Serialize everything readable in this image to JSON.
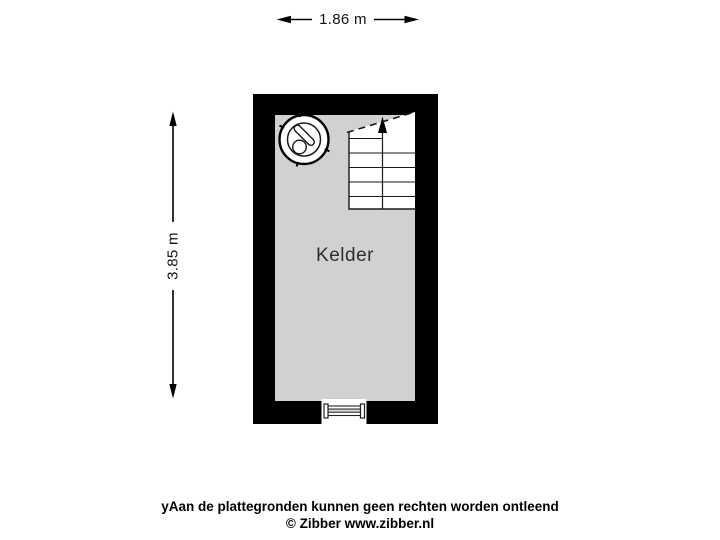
{
  "page": {
    "background": "#ffffff"
  },
  "floorplan": {
    "room": {
      "label": "Kelder"
    },
    "dimensions": {
      "width": {
        "label": "1.86 m"
      },
      "height": {
        "label": "3.85 m"
      }
    },
    "colors": {
      "wall": "#000000",
      "floor": "#d1d1d1",
      "stairs_fill": "#ffffff",
      "line": "#1a1a1a"
    },
    "icons": {
      "boiler": "boiler-icon",
      "stairs": "staircase-up-icon",
      "entrance": "entrance-steps-icon",
      "width_arrow": "horizontal-dimension-arrow-icon",
      "height_arrow": "vertical-dimension-arrow-icon"
    }
  },
  "footer": {
    "disclaimer": "yAan de plattegronden kunnen geen rechten worden ontleend",
    "copyright": "© Zibber www.zibber.nl"
  }
}
